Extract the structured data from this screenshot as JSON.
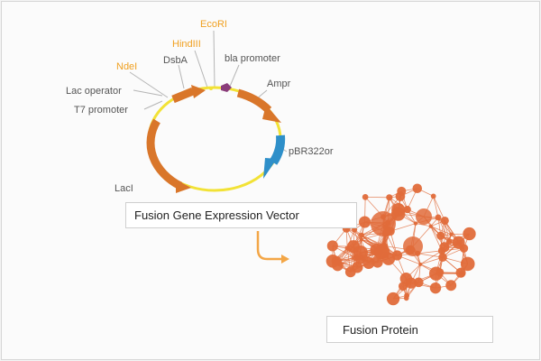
{
  "colors": {
    "site_label": "#f0a020",
    "text_label": "#555555",
    "ring": "#f2e236",
    "gene_arrow": "#d9762a",
    "ori_arrow": "#2e8fc9",
    "promoter": "#8a3d7a",
    "protein": "#e06b3a"
  },
  "icons": {
    "ring": "plasmid-ring",
    "promoter": "promoter-marker",
    "flow": "flow-arrow",
    "protein": "protein-network"
  },
  "vector": {
    "labels": {
      "ecori": "EcoRI",
      "hindiii": "HindIII",
      "ndei": "NdeI",
      "dsba": "DsbA",
      "bla_promoter": "bla promoter",
      "ampr": "Ampr",
      "lac_operator": "Lac operator",
      "t7_promoter": "T7 promoter",
      "pbr322or": "pBR322or",
      "laci": "LacI"
    },
    "caption": "Fusion Gene Expression Vector"
  },
  "protein": {
    "caption": "Fusion Protein"
  }
}
